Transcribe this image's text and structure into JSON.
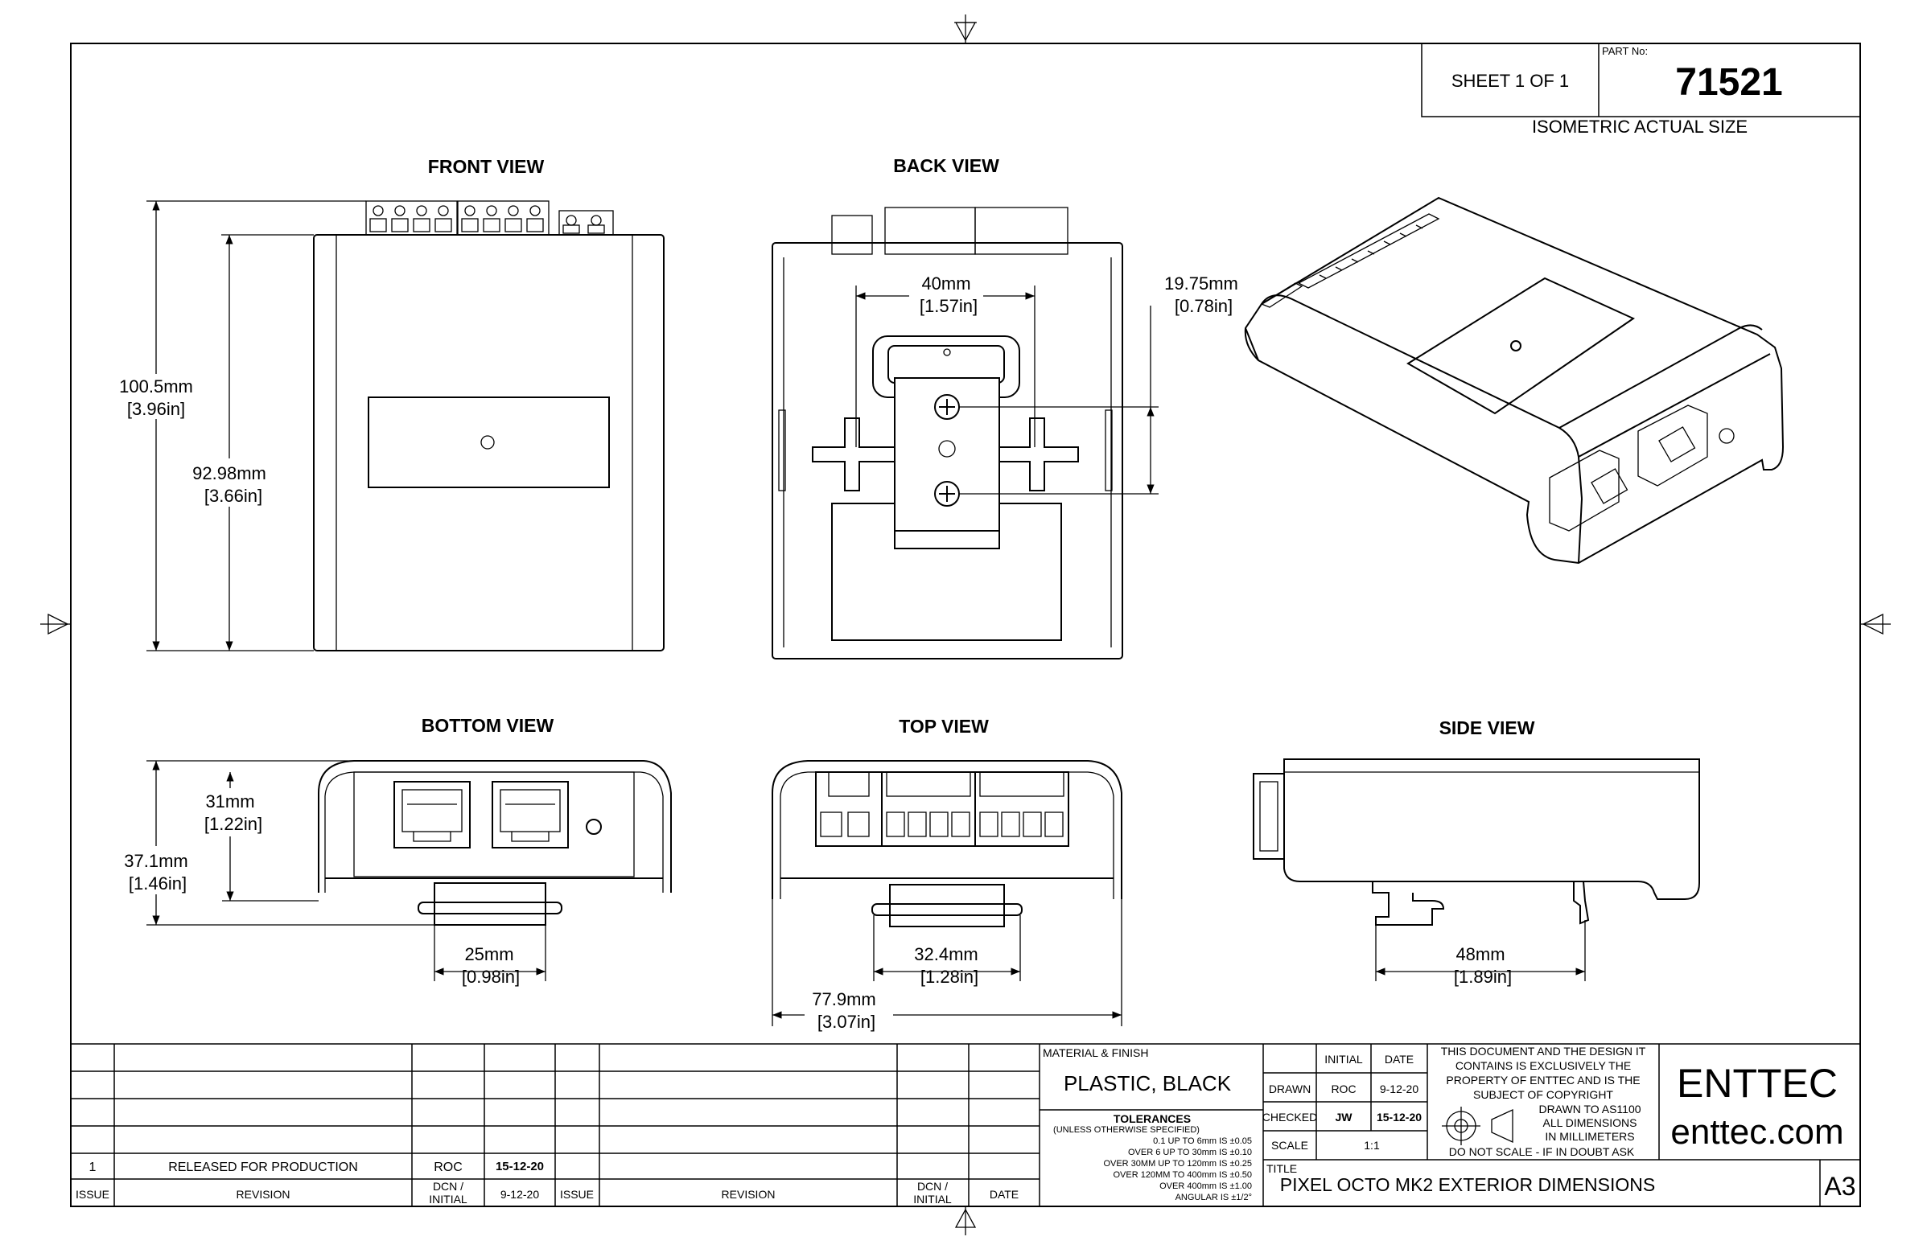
{
  "views": {
    "front": "FRONT VIEW",
    "back": "BACK VIEW",
    "bottom": "BOTTOM VIEW",
    "top": "TOP VIEW",
    "side": "SIDE VIEW"
  },
  "dimensions": {
    "front_height_mm": "100.5mm",
    "front_height_in": "[3.96in]",
    "front_body_mm": "92.98mm",
    "front_body_in": "[3.66in]",
    "back_width_mm": "40mm",
    "back_width_in": "[1.57in]",
    "back_screw_mm": "19.75mm",
    "back_screw_in": "[0.78in]",
    "bottom_inner_mm": "31mm",
    "bottom_inner_in": "[1.22in]",
    "bottom_total_mm": "37.1mm",
    "bottom_total_in": "[1.46in]",
    "bottom_clip_mm": "25mm",
    "bottom_clip_in": "[0.98in]",
    "top_clip_mm": "32.4mm",
    "top_clip_in": "[1.28in]",
    "top_width_mm": "77.9mm",
    "top_width_in": "[3.07in]",
    "side_mm": "48mm",
    "side_in": "[1.89in]"
  },
  "header": {
    "sheet": "SHEET 1 OF 1",
    "part_label": "PART No:",
    "part_no": "71521",
    "isometric": "ISOMETRIC ACTUAL SIZE"
  },
  "revision_block": {
    "issue_header": "ISSUE",
    "revision_header": "REVISION",
    "dcn_header_1": "DCN /",
    "dcn_header_2": "INITIAL",
    "dcn_date": "9-12-20",
    "issue_header_2": "ISSUE",
    "revision_header_2": "REVISION",
    "dcn2_header_1": "DCN /",
    "dcn2_header_2": "INITIAL",
    "date_header": "DATE",
    "row_issue": "1",
    "row_revision": "RELEASED FOR PRODUCTION",
    "row_initial": "ROC",
    "row_date": "15-12-20"
  },
  "material": {
    "label": "MATERIAL & FINISH",
    "value": "PLASTIC, BLACK"
  },
  "tolerances": {
    "title": "TOLERANCES",
    "subtitle": "(UNLESS OTHERWISE SPECIFIED)",
    "lines": [
      "0.1 UP TO 6mm IS ±0.05",
      "OVER 6 UP TO 30mm IS ±0.10",
      "OVER 30MM UP TO 120mm IS ±0.25",
      "OVER 120MM TO 400mm IS ±0.50",
      "OVER 400mm IS ±1.00",
      "ANGULAR IS ±1/2°"
    ]
  },
  "signoff": {
    "initial_header": "INITIAL",
    "date_header": "DATE",
    "drawn_label": "DRAWN",
    "drawn_initial": "ROC",
    "drawn_date": "9-12-20",
    "checked_label": "CHECKED",
    "checked_initial": "JW",
    "checked_date": "15-12-20",
    "scale_label": "SCALE",
    "scale_value": "1:1"
  },
  "copyright": {
    "lines": [
      "THIS DOCUMENT AND THE DESIGN IT",
      "CONTAINS IS EXCLUSIVELY THE",
      "PROPERTY OF ENTTEC AND IS THE",
      "SUBJECT OF COPYRIGHT"
    ],
    "drawn_lines": [
      "DRAWN TO AS1100",
      "ALL DIMENSIONS",
      "IN MILLIMETERS"
    ],
    "scale_note": "DO NOT SCALE - IF IN DOUBT ASK"
  },
  "brand": {
    "name": "ENTTEC",
    "url": "enttec.com"
  },
  "title_block": {
    "label": "TITLE",
    "value": "PIXEL OCTO MK2 EXTERIOR DIMENSIONS",
    "size": "A3"
  }
}
